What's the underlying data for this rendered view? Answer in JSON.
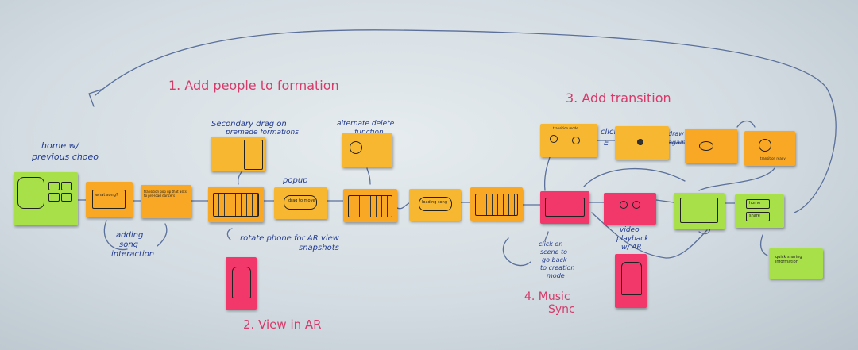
{
  "headings": {
    "step1": "1. Add people to formation",
    "step2": "2. View in AR",
    "step3": "3. Add transition",
    "step4_line1": "4. Music",
    "step4_line2": "Sync"
  },
  "annotations": {
    "home_line1": "home w/",
    "home_line2": "previous choeo",
    "adding_line1": "adding",
    "adding_line2": "song",
    "adding_line3": "interaction",
    "secondary_line1": "Secondary drag on",
    "secondary_line2": "premade formations",
    "alternate_line1": "alternate delete",
    "alternate_line2": "function",
    "popup": "popup",
    "rotate_line1": "rotate phone for AR view",
    "rotate_line2": "snapshots",
    "click_line1": "click",
    "click_line2": "E",
    "draw_line1": "draw",
    "draw_line2": "again",
    "clickon_line1": "click on",
    "clickon_line2": "scene to",
    "clickon_line3": "go back",
    "clickon_line4": "to creation",
    "clickon_line5": "mode",
    "video_line1": "video",
    "video_line2": "playback",
    "video_line3": "w/ AR"
  },
  "note_text": {
    "what_song": "what song?",
    "transition_popup": "transition pop up that asks to pre-load dancers",
    "drag_to_move": "drag to move",
    "loading_song": "loading song",
    "quick_sharing": "quick sharing information",
    "home": "home",
    "share": "share",
    "transition_mode": "transition mode",
    "transition_done": "transition ready"
  },
  "colors": {
    "ink_blue": "#223a8f",
    "ink_pink": "#d63a6a",
    "note_orange": "#f9a825",
    "note_green": "#a8e04a",
    "note_pink": "#f2386b"
  }
}
